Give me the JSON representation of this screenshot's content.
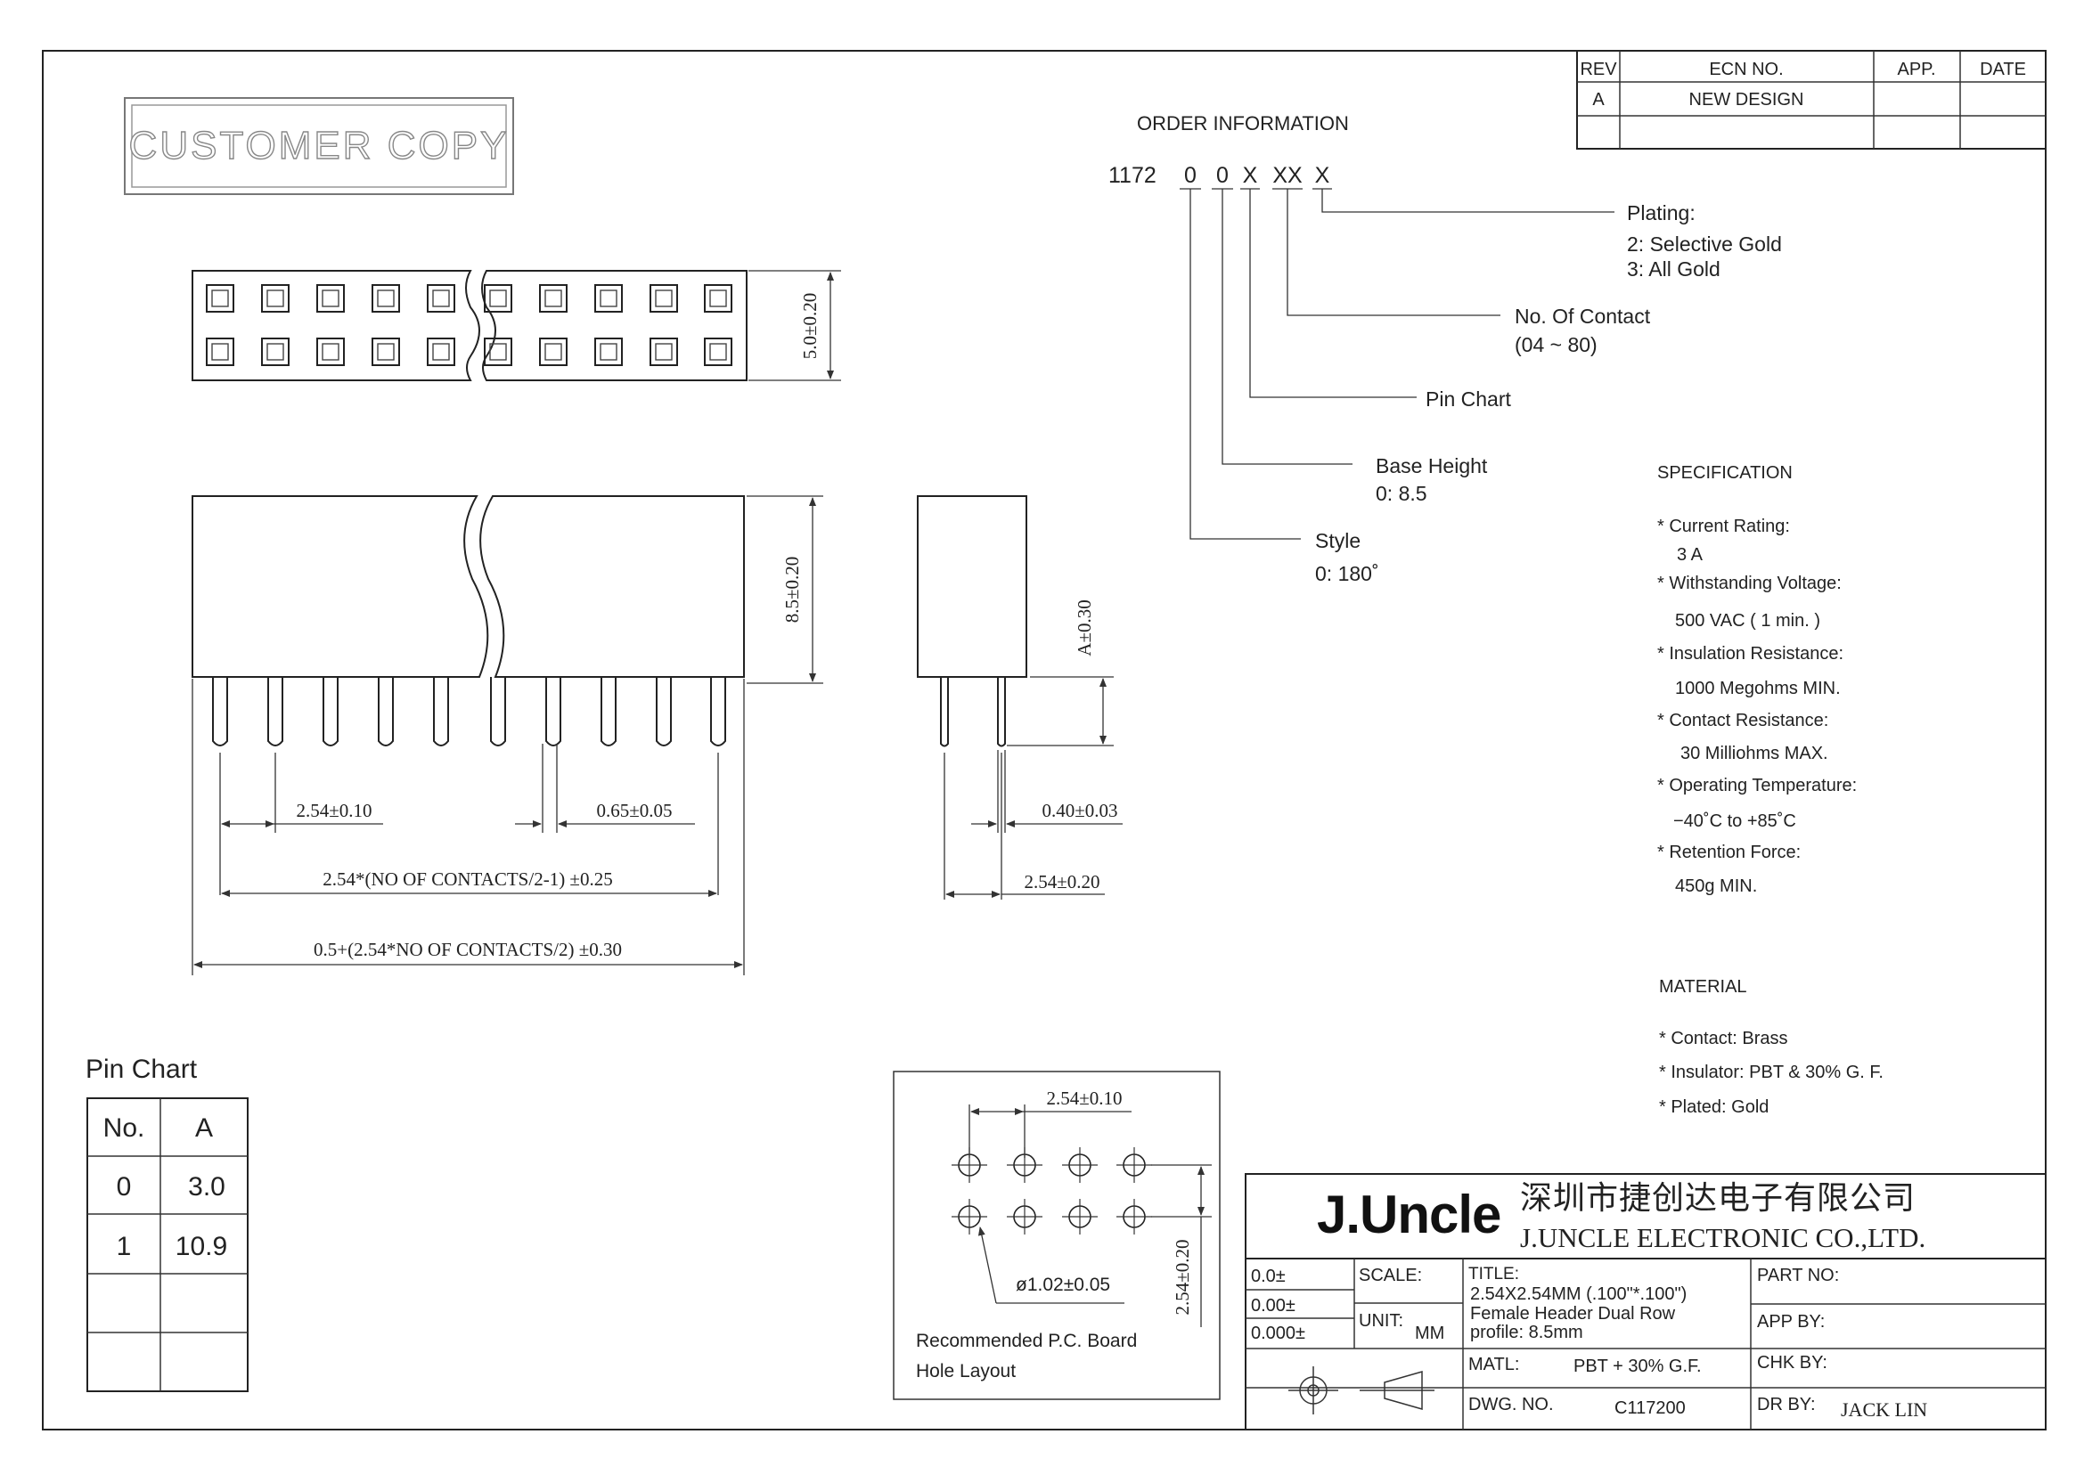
{
  "rev_block": {
    "headers": [
      "REV",
      "ECN NO.",
      "APP.",
      "DATE"
    ],
    "rows": [
      [
        "A",
        "NEW DESIGN",
        "",
        ""
      ]
    ]
  },
  "stamp": "CUSTOMER COPY",
  "order_info": {
    "title": "ORDER INFORMATION",
    "code_prefix": "1172",
    "code_parts": [
      "0",
      "0",
      "X",
      "XX",
      "X"
    ],
    "plating": {
      "label": "Plating:",
      "options": [
        "2: Selective Gold",
        "3: All Gold"
      ]
    },
    "contacts": {
      "label": "No. Of Contact",
      "range": "(04 ~ 80)"
    },
    "pin_chart": {
      "label": "Pin Chart"
    },
    "base_height": {
      "label": "Base Height",
      "value": "0: 8.5"
    },
    "style": {
      "label": "Style",
      "value": "0: 180˚"
    }
  },
  "specification": {
    "title": "SPECIFICATION",
    "items": [
      {
        "label": "* Current Rating:",
        "value": "3 A"
      },
      {
        "label": "* Withstanding Voltage:",
        "value": "500 VAC ( 1 min. )"
      },
      {
        "label": "* Insulation Resistance:",
        "value": "1000 Megohms MIN."
      },
      {
        "label": "* Contact Resistance:",
        "value": "30 Milliohms MAX."
      },
      {
        "label": "* Operating Temperature:",
        "value": "−40˚C to +85˚C"
      },
      {
        "label": "* Retention Force:",
        "value": "450g MIN."
      }
    ]
  },
  "material": {
    "title": "MATERIAL",
    "items": [
      "* Contact: Brass",
      "* Insulator: PBT & 30% G. F.",
      "* Plated: Gold"
    ]
  },
  "dimensions": {
    "top_height": "5.0±0.20",
    "front_height": "8.5±0.20",
    "pitch": "2.54±0.10",
    "pin_width": "0.65±0.05",
    "row_span": "2.54*(NO OF CONTACTS/2-1) ±0.25",
    "overall_length": "0.5+(2.54*NO OF CONTACTS/2) ±0.30",
    "tail_length": "A±0.30",
    "side_pin": "0.40±0.03",
    "row_pitch": "2.54±0.20"
  },
  "pin_chart": {
    "title": "Pin Chart",
    "headers": [
      "No.",
      "A"
    ],
    "rows": [
      [
        "0",
        "3.0"
      ],
      [
        "1",
        "10.9"
      ],
      [
        "",
        ""
      ],
      [
        "",
        ""
      ]
    ]
  },
  "pcb_layout": {
    "pitch": "2.54±0.10",
    "row_pitch": "2.54±0.20",
    "hole": "ø1.02±0.05",
    "caption_1": "Recommended P.C. Board",
    "caption_2": "Hole Layout"
  },
  "title_block": {
    "logo": "J.Uncle",
    "company_cn": "深圳市捷创达电子有限公司",
    "company_en": "J.UNCLE ELECTRONIC CO.,LTD.",
    "tolerances": [
      "0.0±",
      "0.00±",
      "0.000±"
    ],
    "scale_label": "SCALE:",
    "unit_label": "UNIT:",
    "unit_value": "MM",
    "title_label": "TITLE:",
    "title_line1": "2.54X2.54MM (.100\"*.100\")",
    "title_line2": "Female Header Dual Row",
    "title_line3": "profile:   8.5mm",
    "part_no_label": "PART NO:",
    "app_by_label": "APP BY:",
    "matl_label": "MATL:",
    "matl_value": "PBT + 30% G.F.",
    "chk_by_label": "CHK BY:",
    "dwg_no_label": "DWG. NO.",
    "dwg_no_value": "C117200",
    "dr_by_label": "DR BY:",
    "dr_by_value": "JACK LIN"
  }
}
